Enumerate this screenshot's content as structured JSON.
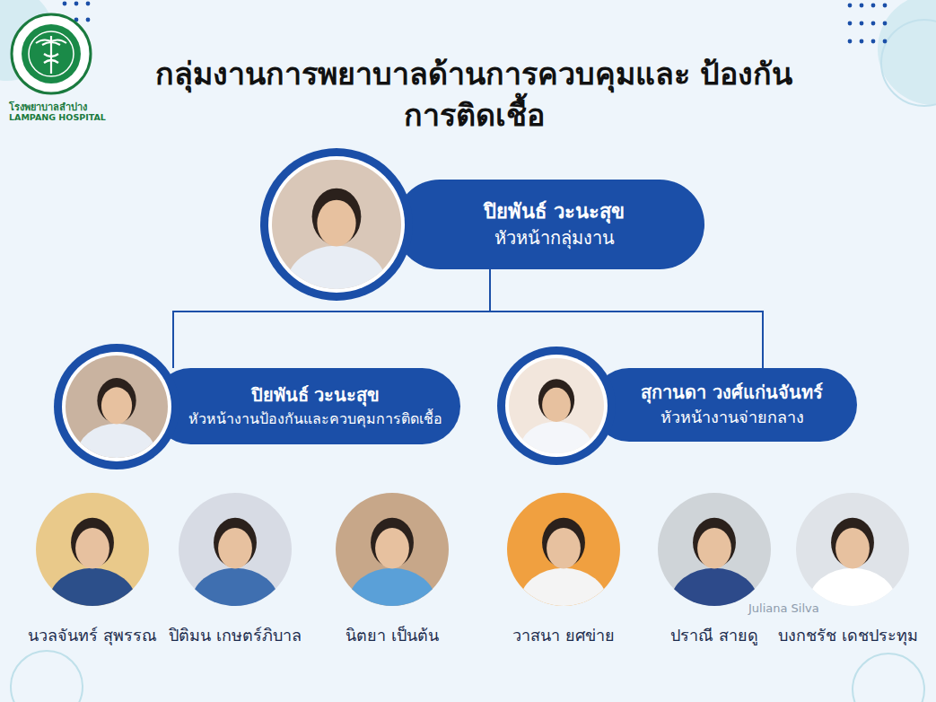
{
  "diagram": {
    "title": "กลุ่มงานการพยาบาลด้านการควบคุมและ ป้องกันการติดเชื้อ",
    "nodes": [
      {
        "text": [
          "ปิยพันธ์ วะนะสุข",
          "หัวหน้ากลุ่มงาน"
        ]
      },
      {
        "text": [
          "ปิยพันธ์ วะนะสุข",
          "หัวหน้างานป้องกันและควบคุมการติดเชื้อ"
        ]
      },
      {
        "text": [
          "สุกานดา วงศ์แก่นจันทร์",
          "หัวหน้างานจ่ายกลาง"
        ]
      },
      {
        "text": [
          "นวลจันทร์ สุพรรณ"
        ]
      },
      {
        "text": [
          "ปิติมน เกษตร์ภิบาล"
        ]
      },
      {
        "text": [
          "นิตยา เป็นต้น"
        ]
      },
      {
        "text": [
          "วาสนา ยศข่าย"
        ]
      },
      {
        "text": [
          "ปราณี สายดู"
        ]
      },
      {
        "text": [
          "บงกชรัช เดชประทุม"
        ]
      }
    ],
    "edges": [
      {
        "from": 0,
        "to": 1,
        "arrow": "none"
      },
      {
        "from": 0,
        "to": 2,
        "arrow": "none"
      }
    ],
    "labels": [
      "โรงพยาบาลลำปาง",
      "LAMPANG HOSPITAL",
      "Juliana Silva"
    ]
  }
}
